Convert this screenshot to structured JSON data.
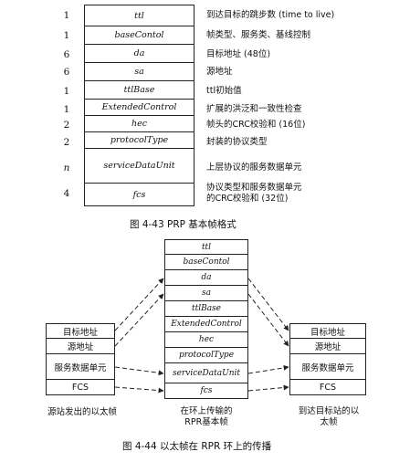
{
  "fig43": {
    "rows": [
      {
        "size": "1",
        "field": "ttl",
        "desc": "到达目标的跳步数 (time to live)"
      },
      {
        "size": "1",
        "field": "baseContol",
        "desc": "帧类型、服务类、基线控制"
      },
      {
        "size": "6",
        "field": "da",
        "desc": "目标地址 (48位)"
      },
      {
        "size": "6",
        "field": "sa",
        "desc": "源地址"
      },
      {
        "size": "1",
        "field": "ttlBase",
        "desc": "ttl初始值"
      },
      {
        "size": "1",
        "field": "ExtendedControl",
        "desc": "扩展的洪泛和一致性检查"
      },
      {
        "size": "2",
        "field": "hec",
        "desc": "帧头的CRC校验和 (16位)"
      },
      {
        "size": "2",
        "field": "protocolType",
        "desc": "封装的协议类型"
      },
      {
        "size": "n",
        "field": "serviceDataUnit",
        "desc": "上层协议的服务数据单元"
      },
      {
        "size": "4",
        "field": "fcs",
        "desc1": "协议类型和服务数据单元",
        "desc2": "的CRC校验和 (32位)"
      }
    ],
    "caption": "图 4-43   PRP 基本帧格式"
  },
  "fig44": {
    "rpr_fields": [
      "ttl",
      "baseContol",
      "da",
      "sa",
      "ttlBase",
      "ExtendedControl",
      "hec",
      "protocolType",
      "serviceDataUnit",
      "fcs"
    ],
    "eth_fields": [
      "目标地址",
      "源地址",
      "服务数据单元",
      "FCS"
    ],
    "labels": {
      "left": [
        "源站发出的以太帧"
      ],
      "middle": [
        "在环上传输的",
        "RPR基本帧"
      ],
      "right": [
        "到达目标站的以",
        "太帧"
      ]
    },
    "caption": "图 4-44   以太帧在 RPR 环上的传播"
  }
}
